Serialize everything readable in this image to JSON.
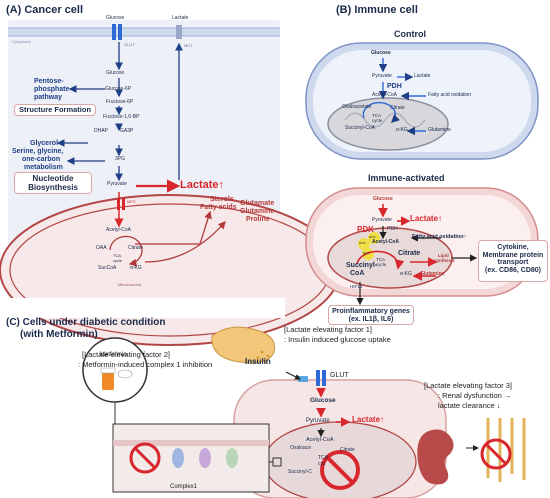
{
  "panelA": {
    "title": "(A) Cancer cell",
    "cytoplasm": "Cytoplasm",
    "glucose_top": "Glucose",
    "glut": "GLUT",
    "lactate_top": "Lactate",
    "mct": "MCT",
    "glucose": "Glucose",
    "g6p": "Glucose-6P",
    "f6p": "Fructose-6P",
    "f16bp": "Fructose-1,6-BP",
    "dhap": "DHAP",
    "ga3p": "GA3P",
    "pgp3": "3PG",
    "pyruvate": "Pyruvate",
    "ppp": "Pentose-phosphate pathway",
    "ppp_line1": "Pentose-",
    "ppp_line2": "phosphate",
    "ppp_line3": "pathway",
    "structure": "Structure Formation",
    "glycerol": "Glycerol",
    "serine1": "Serine, glycine,",
    "serine2": "one-carbon",
    "serine3": "metabolism",
    "nucleo1": "Nucleotide",
    "nucleo2": "Biosynthesis",
    "lactate_up": "Lactate↑",
    "mpc": "MPC",
    "acetyl": "Acetyl-CoA",
    "oaa": "OAA",
    "citrate": "Citrate",
    "tca1": "TCA",
    "tca2": "cycle",
    "succoa": "SucCoA",
    "akg": "α-KG",
    "mito": "Mitochondria",
    "sterols": "Sterols",
    "fatty": "Fatty acids",
    "glutamate": "Glutamate",
    "glutamine": "Glutamine",
    "proline": "Proline"
  },
  "panelB": {
    "title": "(B) Immune cell",
    "control": "Control",
    "c_glucose": "Glucose",
    "c_pyruvate": "Pyruvate",
    "c_lactate": "Lactate",
    "c_pdh": "PDH",
    "c_acetyl": "Acetyl-CoA",
    "c_fao": "Fatty acid oxidation",
    "c_oxalo": "Oxaloacetate",
    "c_citrate": "Citrate",
    "c_tca1": "TCA",
    "c_tca2": "cycle",
    "c_succ": "Succinyl-CoA",
    "c_akg": "α-KG",
    "c_gln": "Glutamine",
    "activated": "Immune-activated",
    "a_glucose": "Glucose",
    "a_pyruvate": "Pyruvate",
    "a_lactate": "Lactate↑",
    "a_pdk": "PDK",
    "a_pdh": "PDH",
    "a_acetyl": "Acetyl-CoA",
    "a_fao": "Fatty acid oxidation↑",
    "a_ros1": "ROS",
    "a_ros2": "ROS",
    "a_ros3": "ROS",
    "a_citrate": "Citrate",
    "a_lipid1": "Lipid",
    "a_lipid2": "synthesis",
    "a_tca1": "TCA",
    "a_tca2": "cycle",
    "a_succ1": "Succinyl-",
    "a_succ2": "CoA",
    "a_akg": "α-KG",
    "a_gln": "Glutamine",
    "a_hif": "HIF1α",
    "cytokine1": "Cytokine,",
    "cytokine2": "Membrane protein",
    "cytokine3": "transport",
    "cytokine4": "(ex. CD86, CD80)",
    "proinf1": "Proinflammatory genes",
    "proinf2": "(ex. IL1β, IL6)"
  },
  "panelC": {
    "title1": "(C) Cells under diabetic condition",
    "title2": "(with Metformin)",
    "f1a": "[Lactate elevating factor 1]",
    "f1b": ": Insulin induced glucose uptake",
    "f2a": "[Lactate elevating factor 2]",
    "f2b": ": Metformin-induced complex 1 inhibition",
    "f3a": "[Lactate elevating factor 3]",
    "f3b": ": Renal dysfunction →",
    "f3c": "lactate clearance ↓",
    "insulin": "Insulin",
    "glut": "GLUT",
    "metformin": "Metformin",
    "glucose": "Glucose",
    "pyruvate": "Pyruvate",
    "lactate": "Lactate↑",
    "acetyl": "Acetyl-CoA",
    "oxalo": "Oxaloace",
    "citrate": "Citrate",
    "tca": "TCA",
    "cyc": "cyc",
    "succ": "Succinyl-C",
    "complex": "Complex1"
  },
  "colors": {
    "navy": "#1f3f86",
    "red": "#d8262c",
    "mito_red": "#b34747",
    "control_cell": "#cfd9ee",
    "activated_cell": "#f3d6d6"
  }
}
